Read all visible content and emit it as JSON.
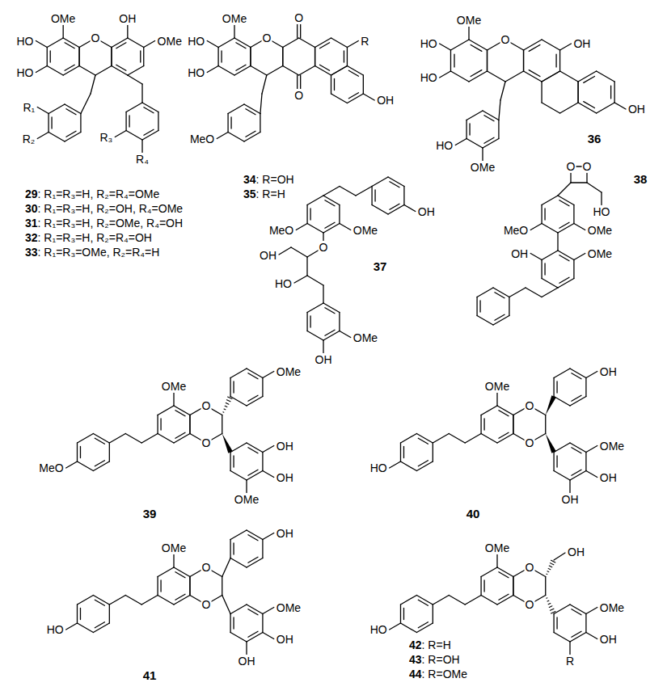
{
  "diagram": {
    "labels": [
      "OMe",
      "OH",
      "HO",
      "O",
      "OMe",
      "HO",
      "R₁",
      "R₂",
      "R₃",
      "R₄",
      "29: R₁=R₃=H, R₂=R₄=OMe",
      "30: R₁=R₃=H, R₂=OH, R₄=OMe",
      "31: R₁=R₃=H, R₂=OMe, R₄=OH",
      "32: R₁=R₃=H, R₂=R₄=OH",
      "33: R₁=R₃=OMe, R₂=R₄=H",
      "OMe",
      "O",
      "R",
      "HO",
      "O",
      "HO",
      "OH",
      "O",
      "MeO",
      "34: R=OH",
      "35: R=H",
      "OMe",
      "HO",
      "O",
      "OH",
      "HO",
      "OH",
      "HO",
      "OMe",
      "36",
      "OH",
      "MeO",
      "OMe",
      "O",
      "OH",
      "HO",
      "OMe",
      "OH",
      "37",
      "O",
      "O",
      "38",
      "HO",
      "MeO",
      "OMe",
      "OH",
      "OMe",
      "OMe",
      "O",
      "OMe",
      "MeO",
      "O",
      "OH",
      "OH",
      "OMe",
      "39",
      "OMe",
      "O",
      "OH",
      "HO",
      "O",
      "OMe",
      "OH",
      "OH",
      "40",
      "OMe",
      "O",
      "OH",
      "HO",
      "O",
      "OMe",
      "OH",
      "OH",
      "41",
      "OMe",
      "O",
      "OH",
      "HO",
      "O",
      "OMe",
      "OH",
      "R",
      "42: R=H",
      "43: R=OH",
      "44: R=OMe"
    ]
  }
}
